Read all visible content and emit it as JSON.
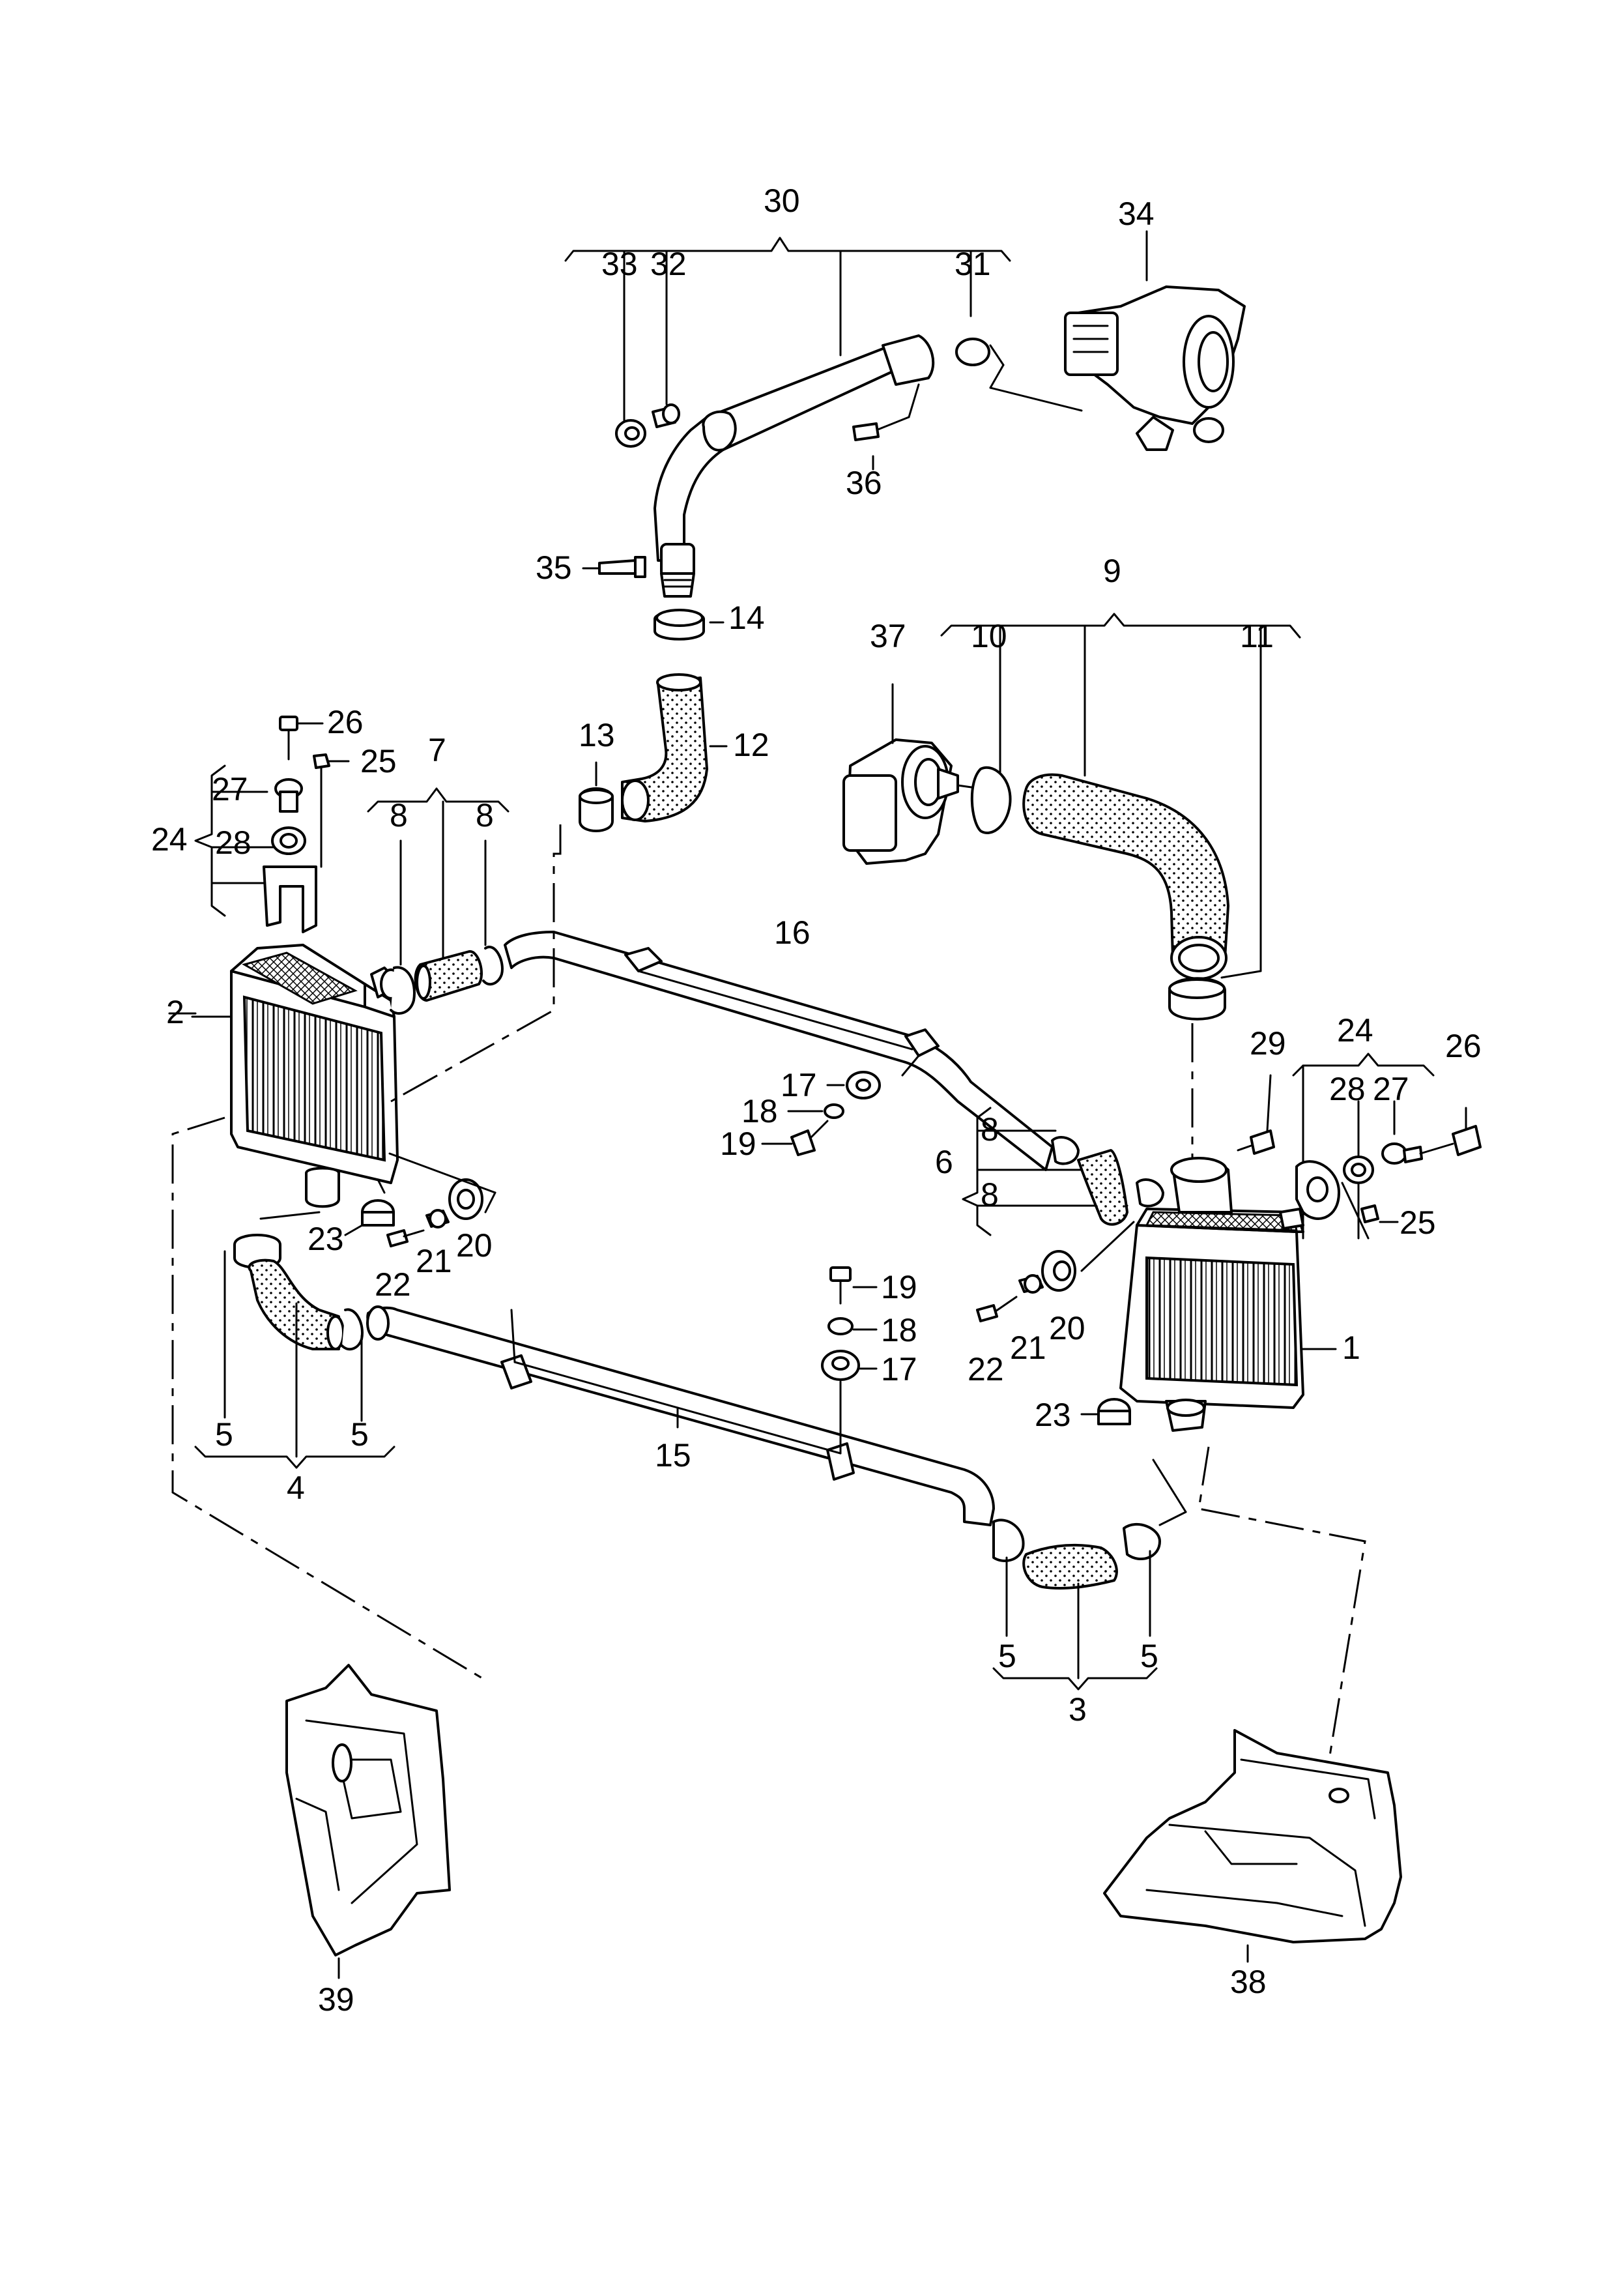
{
  "callouts": [
    {
      "id": "c30",
      "text": "30"
    },
    {
      "id": "c34",
      "text": "34"
    },
    {
      "id": "c33",
      "text": "33"
    },
    {
      "id": "c32",
      "text": "32"
    },
    {
      "id": "c31",
      "text": "31"
    },
    {
      "id": "c36",
      "text": "36"
    },
    {
      "id": "c35",
      "text": "35"
    },
    {
      "id": "c14",
      "text": "14"
    },
    {
      "id": "c9",
      "text": "9"
    },
    {
      "id": "c37",
      "text": "37"
    },
    {
      "id": "c10",
      "text": "10"
    },
    {
      "id": "c11",
      "text": "11"
    },
    {
      "id": "c26a",
      "text": "26"
    },
    {
      "id": "c25a",
      "text": "25"
    },
    {
      "id": "c12",
      "text": "12"
    },
    {
      "id": "c13",
      "text": "13"
    },
    {
      "id": "c7",
      "text": "7"
    },
    {
      "id": "c27a",
      "text": "27"
    },
    {
      "id": "c24a",
      "text": "24"
    },
    {
      "id": "c28a",
      "text": "28"
    },
    {
      "id": "c8a",
      "text": "8"
    },
    {
      "id": "c8b",
      "text": "8"
    },
    {
      "id": "c16",
      "text": "16"
    },
    {
      "id": "c2",
      "text": "2"
    },
    {
      "id": "c29",
      "text": "29"
    },
    {
      "id": "c24b",
      "text": "24"
    },
    {
      "id": "c26b",
      "text": "26"
    },
    {
      "id": "c28b",
      "text": "28"
    },
    {
      "id": "c27b",
      "text": "27"
    },
    {
      "id": "c17a",
      "text": "17"
    },
    {
      "id": "c18a",
      "text": "18"
    },
    {
      "id": "c19a",
      "text": "19"
    },
    {
      "id": "c8c",
      "text": "8"
    },
    {
      "id": "c6",
      "text": "6"
    },
    {
      "id": "c8d",
      "text": "8"
    },
    {
      "id": "c25b",
      "text": "25"
    },
    {
      "id": "c23a",
      "text": "23"
    },
    {
      "id": "c21a",
      "text": "21"
    },
    {
      "id": "c20a",
      "text": "20"
    },
    {
      "id": "c22a",
      "text": "22"
    },
    {
      "id": "c19b",
      "text": "19"
    },
    {
      "id": "c18b",
      "text": "18"
    },
    {
      "id": "c17b",
      "text": "17"
    },
    {
      "id": "c20b",
      "text": "20"
    },
    {
      "id": "c1",
      "text": "1"
    },
    {
      "id": "c22b",
      "text": "22"
    },
    {
      "id": "c21b",
      "text": "21"
    },
    {
      "id": "c23b",
      "text": "23"
    },
    {
      "id": "c5a",
      "text": "5"
    },
    {
      "id": "c5b",
      "text": "5"
    },
    {
      "id": "c4",
      "text": "4"
    },
    {
      "id": "c15",
      "text": "15"
    },
    {
      "id": "c5c",
      "text": "5"
    },
    {
      "id": "c5d",
      "text": "5"
    },
    {
      "id": "c3",
      "text": "3"
    },
    {
      "id": "c39",
      "text": "39"
    },
    {
      "id": "c38",
      "text": "38"
    }
  ]
}
